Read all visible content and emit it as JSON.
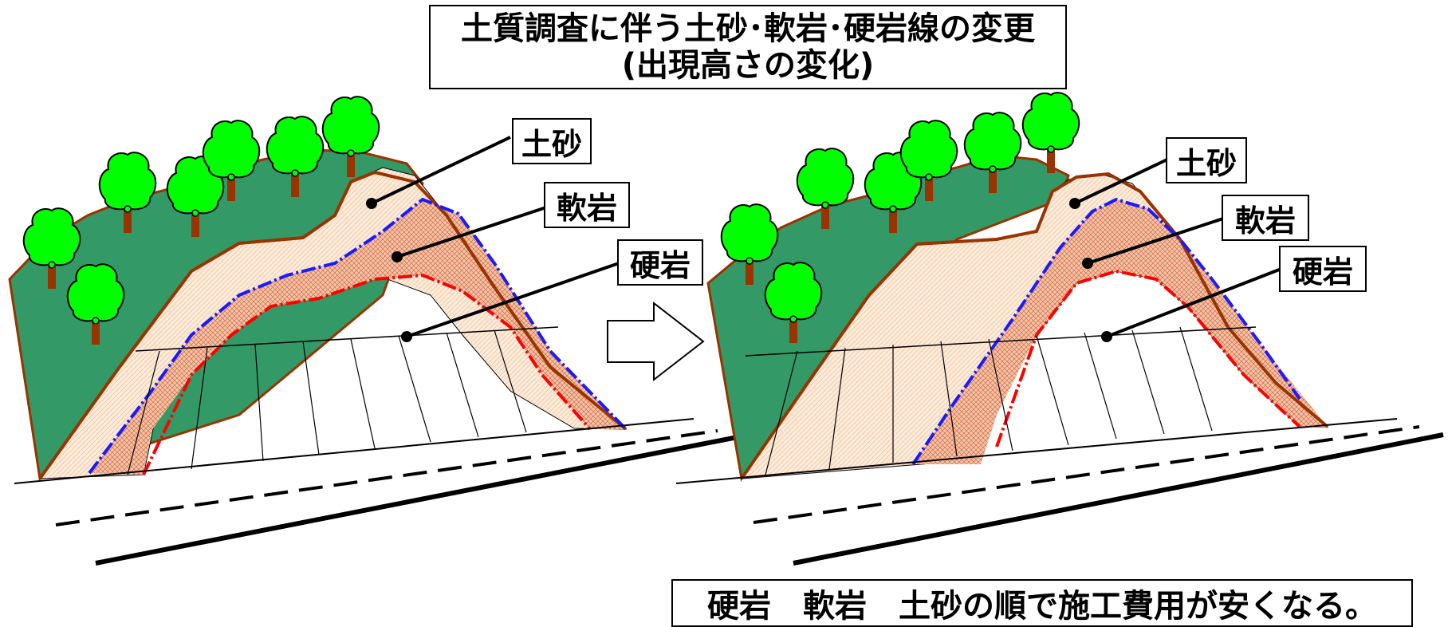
{
  "title": {
    "line1": "土質調査に伴う土砂･軟岩･硬岩線の変更",
    "line2": "(出現高さの変化)"
  },
  "left_panel": {
    "labels": {
      "soil": "土砂",
      "soft_rock": "軟岩",
      "hard_rock": "硬岩"
    }
  },
  "right_panel": {
    "labels": {
      "soil": "土砂",
      "soft_rock": "軟岩",
      "hard_rock": "硬岩"
    }
  },
  "footer": {
    "text": "硬岩　軟岩　土砂の順で施工費用が安くなる。"
  },
  "colors": {
    "hill_green": "#339966",
    "slope_brown": "#993300",
    "soil_fill": "#fde9d3",
    "soft_rock_fill": "#f3c2a6",
    "soft_rock_line": "#1a1aff",
    "hard_rock_line": "#ff0000",
    "tree_green": "#00ff00",
    "trunk": "#993300"
  },
  "icons": {
    "transition_arrow": "right-arrow-icon",
    "tree": "tree-icon"
  }
}
